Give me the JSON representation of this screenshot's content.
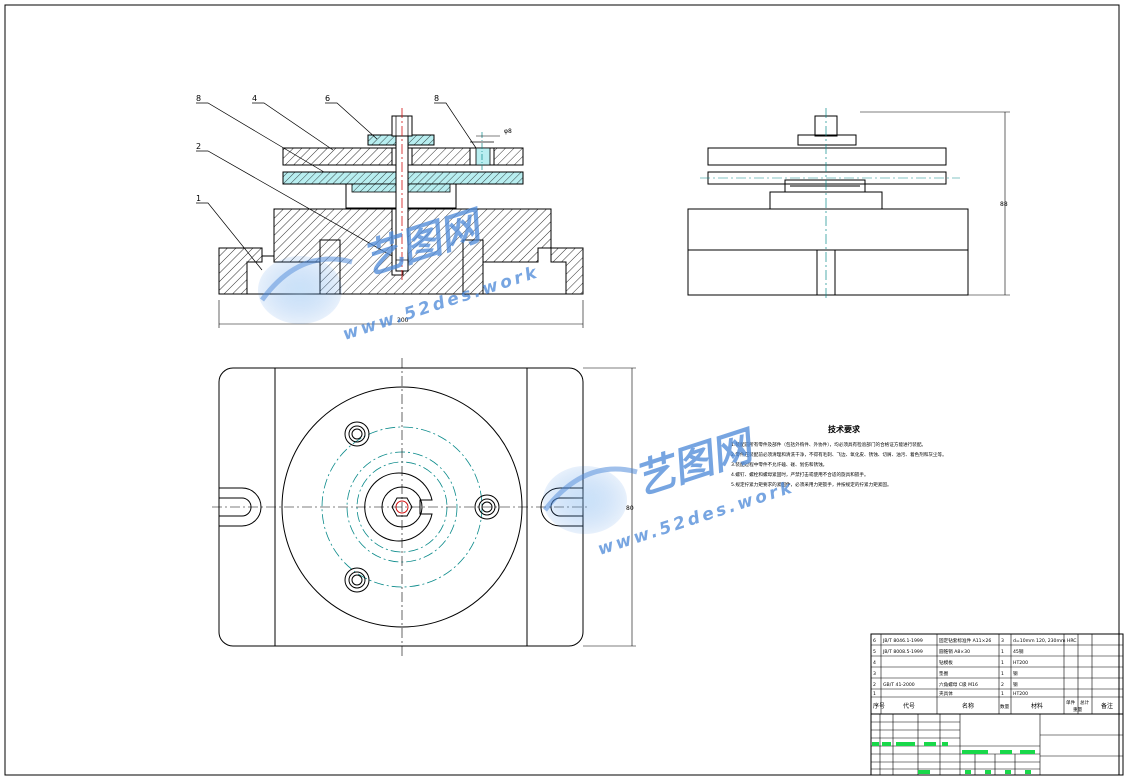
{
  "callouts": [
    "8",
    "4",
    "6",
    "8",
    "2",
    "1"
  ],
  "dimensions": {
    "fit_size": "φ8",
    "front_width": "200",
    "side_height": "88",
    "plan_height": "80"
  },
  "tech_req": {
    "title": "技术要求",
    "lines": [
      "1.装配前所有零件及部件（包括外购件、外协件），均必须具有检验部门的合格证方能进行装配。",
      "2.零件在装配前必须清理和清洗干净，不得有毛刺、飞边、氧化皮、锈蚀、切屑、油污、着色剂和灰尘等。",
      "3.装配过程中零件不允许磕、碰、划伤和锈蚀。",
      "4.螺钉、螺栓和螺母紧固时，严禁打击或使用不合适的旋具和扳手。",
      "5.规定拧紧力矩要求的紧固件，必须采用力矩扳手，并按规定的拧紧力矩紧固。"
    ]
  },
  "bom": {
    "rows": [
      {
        "no": "6",
        "code": "JB/T 8046.1-1999",
        "name": "固定钻套标准件 A11×26",
        "qty": "3",
        "material": "d=10mm 120, 230mm HRC",
        "mass1": "",
        "mass2": "",
        "note": ""
      },
      {
        "no": "5",
        "code": "JB/T 8008.5-1999",
        "name": "圆锥销 A8×30",
        "qty": "1",
        "material": "45钢",
        "mass1": "",
        "mass2": "",
        "note": ""
      },
      {
        "no": "4",
        "code": "",
        "name": "钻模板",
        "qty": "1",
        "material": "HT200",
        "mass1": "",
        "mass2": "",
        "note": ""
      },
      {
        "no": "3",
        "code": "",
        "name": "垫圈",
        "qty": "1",
        "material": "钢",
        "mass1": "",
        "mass2": "",
        "note": ""
      },
      {
        "no": "2",
        "code": "GB/T 41-2000",
        "name": "六角螺母 C级 M16",
        "qty": "2",
        "material": "钢",
        "mass1": "",
        "mass2": "",
        "note": ""
      },
      {
        "no": "1",
        "code": "",
        "name": "夹具体",
        "qty": "1",
        "material": "HT200",
        "mass1": "",
        "mass2": "",
        "note": ""
      }
    ],
    "header": {
      "no": "序号",
      "code": "代号",
      "name": "名称",
      "qty": "数量",
      "material": "材料",
      "mass1": "单件",
      "mass_total": "总计",
      "mass_label": "重量",
      "note": "备注"
    }
  },
  "watermark": {
    "brand": "艺图网",
    "url": "www.52des.work"
  },
  "colors": {
    "line": "#000000",
    "center_line": "#0a8a8a",
    "hatch_fill": "#b8eef0",
    "watermark": "#4a88d8",
    "highlight": "#19d84a",
    "red_axis": "#d01010"
  }
}
